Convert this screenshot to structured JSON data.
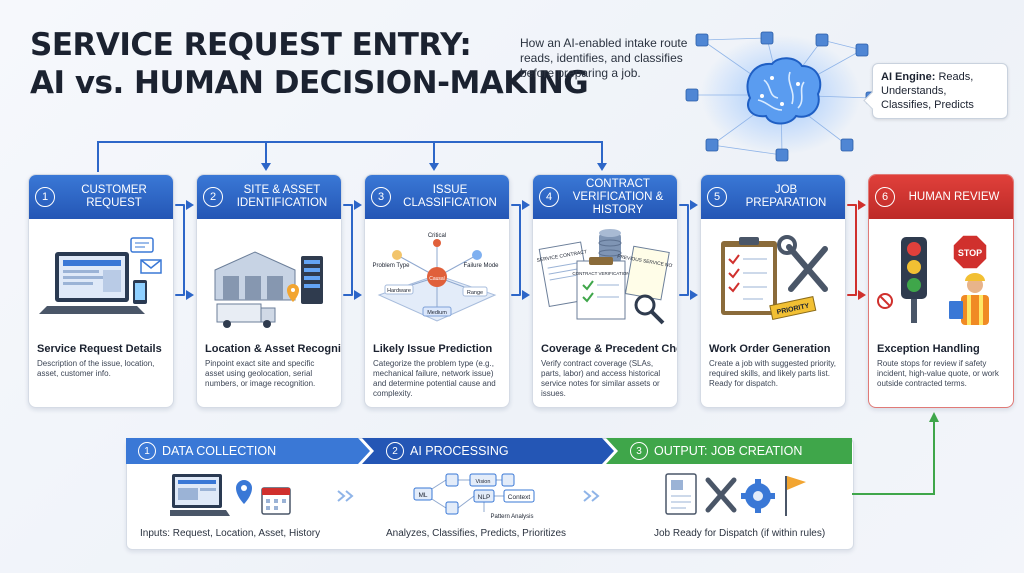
{
  "title": {
    "line1": "SERVICE REQUEST ENTRY:",
    "line2": "AI vs. HUMAN DECISION-MAKING"
  },
  "subtitle": "How an AI-enabled intake route reads, identifies, and classifies before preparing a job.",
  "ai_engine": {
    "label": "AI Engine:",
    "text": "Reads, Understands, Classifies, Predicts"
  },
  "steps": [
    {
      "num": "1",
      "title": "CUSTOMER REQUEST",
      "subtitle": "Service Request Details",
      "desc": "Description of the issue, location, asset, customer info."
    },
    {
      "num": "2",
      "title": "SITE & ASSET IDENTIFICATION",
      "subtitle": "Location & Asset Recognition",
      "desc": "Pinpoint exact site and specific asset using geolocation, serial numbers, or image recognition."
    },
    {
      "num": "3",
      "title": "ISSUE CLASSIFICATION",
      "subtitle": "Likely Issue Prediction",
      "desc": "Categorize the problem type (e.g., mechanical failure, network issue) and determine potential cause and complexity.",
      "tags": {
        "critical": "Critical",
        "problem_type": "Problem Type",
        "failure_mode": "Failure Mode",
        "causal": "Causal",
        "hardware": "Hardware",
        "range": "Range",
        "medium": "Medium"
      }
    },
    {
      "num": "4",
      "title": "CONTRACT VERIFICATION & HISTORY",
      "subtitle": "Coverage & Precedent Check",
      "desc": "Verify contract coverage (SLAs, parts, labor) and access historical service notes for similar assets or issues.",
      "tags": {
        "service_contract": "SERVICE CONTRACT",
        "contract_verification": "CONTRACT VERIFICATION",
        "previous_notes": "PREVIOUS SERVICE NOTES"
      }
    },
    {
      "num": "5",
      "title": "JOB PREPARATION",
      "subtitle": "Work Order Generation",
      "desc": "Create a job with suggested priority, required skills, and likely parts list. Ready for dispatch.",
      "tags": {
        "priority": "PRIORITY"
      }
    },
    {
      "num": "6",
      "title": "HUMAN REVIEW",
      "subtitle": "Exception Handling",
      "desc": "Route stops for review if safety incident, high-value quote, or work outside contracted terms.",
      "tags": {
        "stop": "STOP"
      }
    }
  ],
  "phases": [
    {
      "num": "1",
      "title": "DATA COLLECTION",
      "caption": "Inputs: Request, Location, Asset, History"
    },
    {
      "num": "2",
      "title": "AI PROCESSING",
      "caption": "Analyzes, Classifies, Predicts, Prioritizes",
      "nodes": {
        "ml": "ML",
        "nlp": "NLP",
        "context": "Context",
        "pattern": "Pattern Analysis",
        "vision": "Vision"
      }
    },
    {
      "num": "3",
      "title": "OUTPUT: JOB CREATION",
      "caption": "Job Ready for Dispatch (if within rules)"
    }
  ],
  "colors": {
    "blue": "#2d66c8",
    "red": "#d0302d",
    "green": "#3fa64a",
    "bg": "#f3f6fb"
  }
}
